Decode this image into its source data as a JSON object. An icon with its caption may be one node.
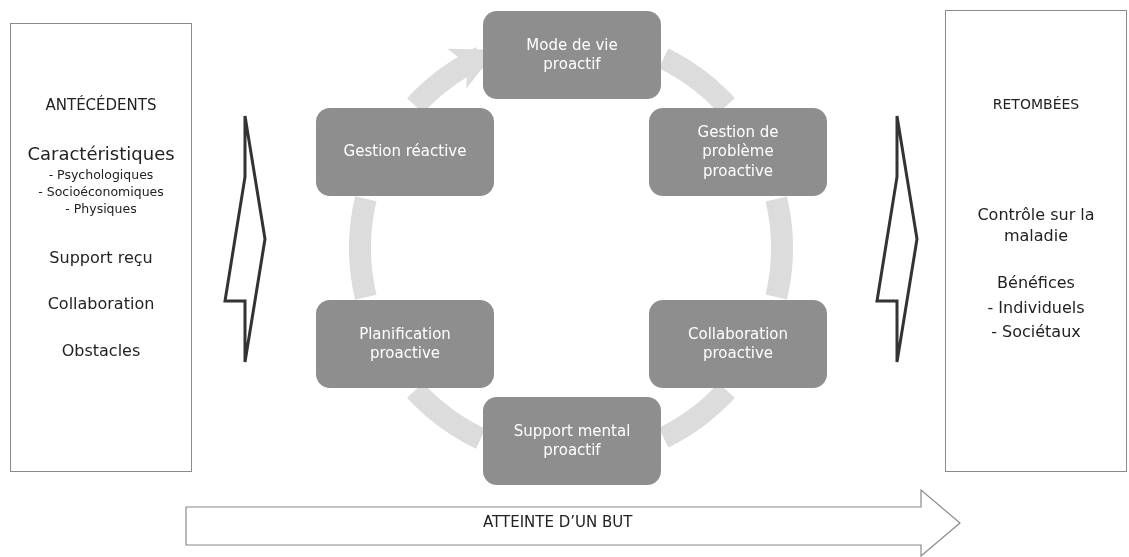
{
  "diagram": {
    "nodes": [
      {
        "text": [
          "ANTÉCÉDENTS",
          "Caractéristiques",
          "- Psychologiques",
          "- Socioéconomiques",
          "- Physiques",
          "Support reçu",
          "Collaboration",
          "Obstacles"
        ]
      },
      {
        "text": [
          "Mode de vie proactif"
        ]
      },
      {
        "text": [
          "Gestion de problème proactive"
        ]
      },
      {
        "text": [
          "Collaboration proactive"
        ]
      },
      {
        "text": [
          "Support mental proactif"
        ]
      },
      {
        "text": [
          "Planification proactive"
        ]
      },
      {
        "text": [
          "Gestion réactive"
        ]
      },
      {
        "text": [
          "RETOMBÉES",
          "Contrôle sur la maladie",
          "Bénéfices",
          "- Individuels",
          "- Sociétaux"
        ]
      },
      {
        "text": [
          "ATTEINTE D’UN BUT"
        ]
      }
    ],
    "edges": [
      {
        "from": 1,
        "to": 2,
        "arrow": "none"
      },
      {
        "from": 2,
        "to": 3,
        "arrow": "none"
      },
      {
        "from": 3,
        "to": 4,
        "arrow": "none"
      },
      {
        "from": 4,
        "to": 5,
        "arrow": "none"
      },
      {
        "from": 5,
        "to": 6,
        "arrow": "none"
      },
      {
        "from": 6,
        "to": 1,
        "arrow": "to"
      },
      {
        "from": 0,
        "to": null,
        "arrow": "to"
      },
      {
        "from": null,
        "to": 7,
        "arrow": "to"
      }
    ]
  }
}
